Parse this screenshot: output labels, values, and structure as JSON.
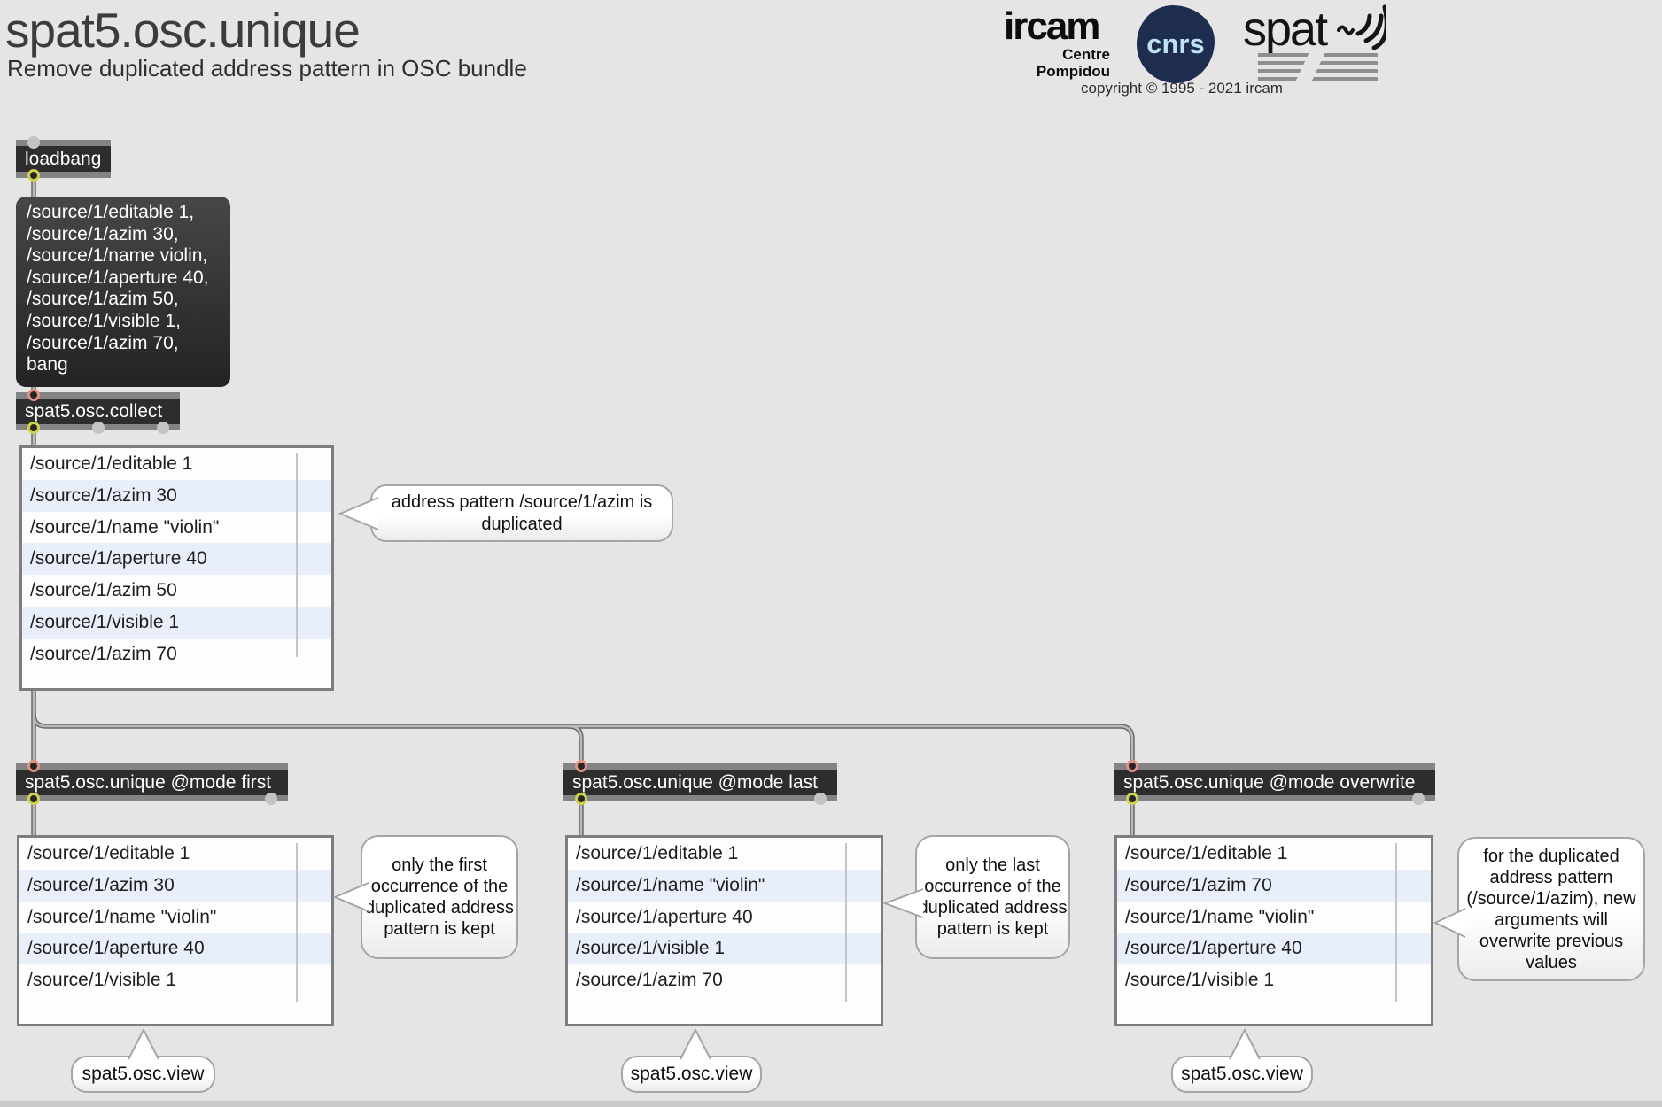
{
  "header": {
    "title": "spat5.osc.unique",
    "subtitle": "Remove duplicated address pattern in OSC bundle",
    "copyright": "copyright © 1995 - 2021 ircam",
    "logos": {
      "ircam_word": "ircam",
      "ircam_line1": "Centre",
      "ircam_line2": "Pompidou",
      "cnrs": "cnrs",
      "spat": "spat"
    }
  },
  "objects": {
    "loadbang": "loadbang",
    "collect": "spat5.osc.collect",
    "unique_first": "spat5.osc.unique @mode first",
    "unique_last": "spat5.osc.unique @mode last",
    "unique_overwrite": "spat5.osc.unique @mode overwrite"
  },
  "message_box": {
    "lines": [
      "/source/1/editable 1,",
      "/source/1/azim 30,",
      "/source/1/name violin,",
      "/source/1/aperture 40,",
      "/source/1/azim 50,",
      "/source/1/visible 1,",
      "/source/1/azim 70,",
      "bang"
    ]
  },
  "views": {
    "input": {
      "rows": [
        "/source/1/editable 1",
        "/source/1/azim 30",
        "/source/1/name \"violin\"",
        "/source/1/aperture 40",
        "/source/1/azim 50",
        "/source/1/visible 1",
        "/source/1/azim 70"
      ]
    },
    "first": {
      "rows": [
        "/source/1/editable 1",
        "/source/1/azim 30",
        "/source/1/name \"violin\"",
        "/source/1/aperture 40",
        "/source/1/visible 1"
      ]
    },
    "last": {
      "rows": [
        "/source/1/editable 1",
        "/source/1/name \"violin\"",
        "/source/1/aperture 40",
        "/source/1/visible 1",
        "/source/1/azim 70"
      ]
    },
    "overwrite": {
      "rows": [
        "/source/1/editable 1",
        "/source/1/azim 70",
        "/source/1/name \"violin\"",
        "/source/1/aperture 40",
        "/source/1/visible 1"
      ]
    }
  },
  "comments": {
    "duplicated": "address pattern /source/1/azim is duplicated",
    "first": "only the first occurrence of the duplicated address pattern is kept",
    "last": "only the last occurrence of the duplicated address pattern is kept",
    "overwrite": "for the duplicated address pattern (/source/1/azim), new arguments will overwrite previous values",
    "view_label_1": "spat5.osc.view",
    "view_label_2": "spat5.osc.view",
    "view_label_3": "spat5.osc.view"
  },
  "colors": {
    "canvas_bg": "#e5e5e6",
    "object_body": "#2d2d2d",
    "object_bar": "#848486",
    "inlet_ring": "#e09181",
    "outlet_ring": "#ccd14e",
    "row_alternate": "#e9eefb",
    "cnrs_navy": "#1d2c4f"
  }
}
